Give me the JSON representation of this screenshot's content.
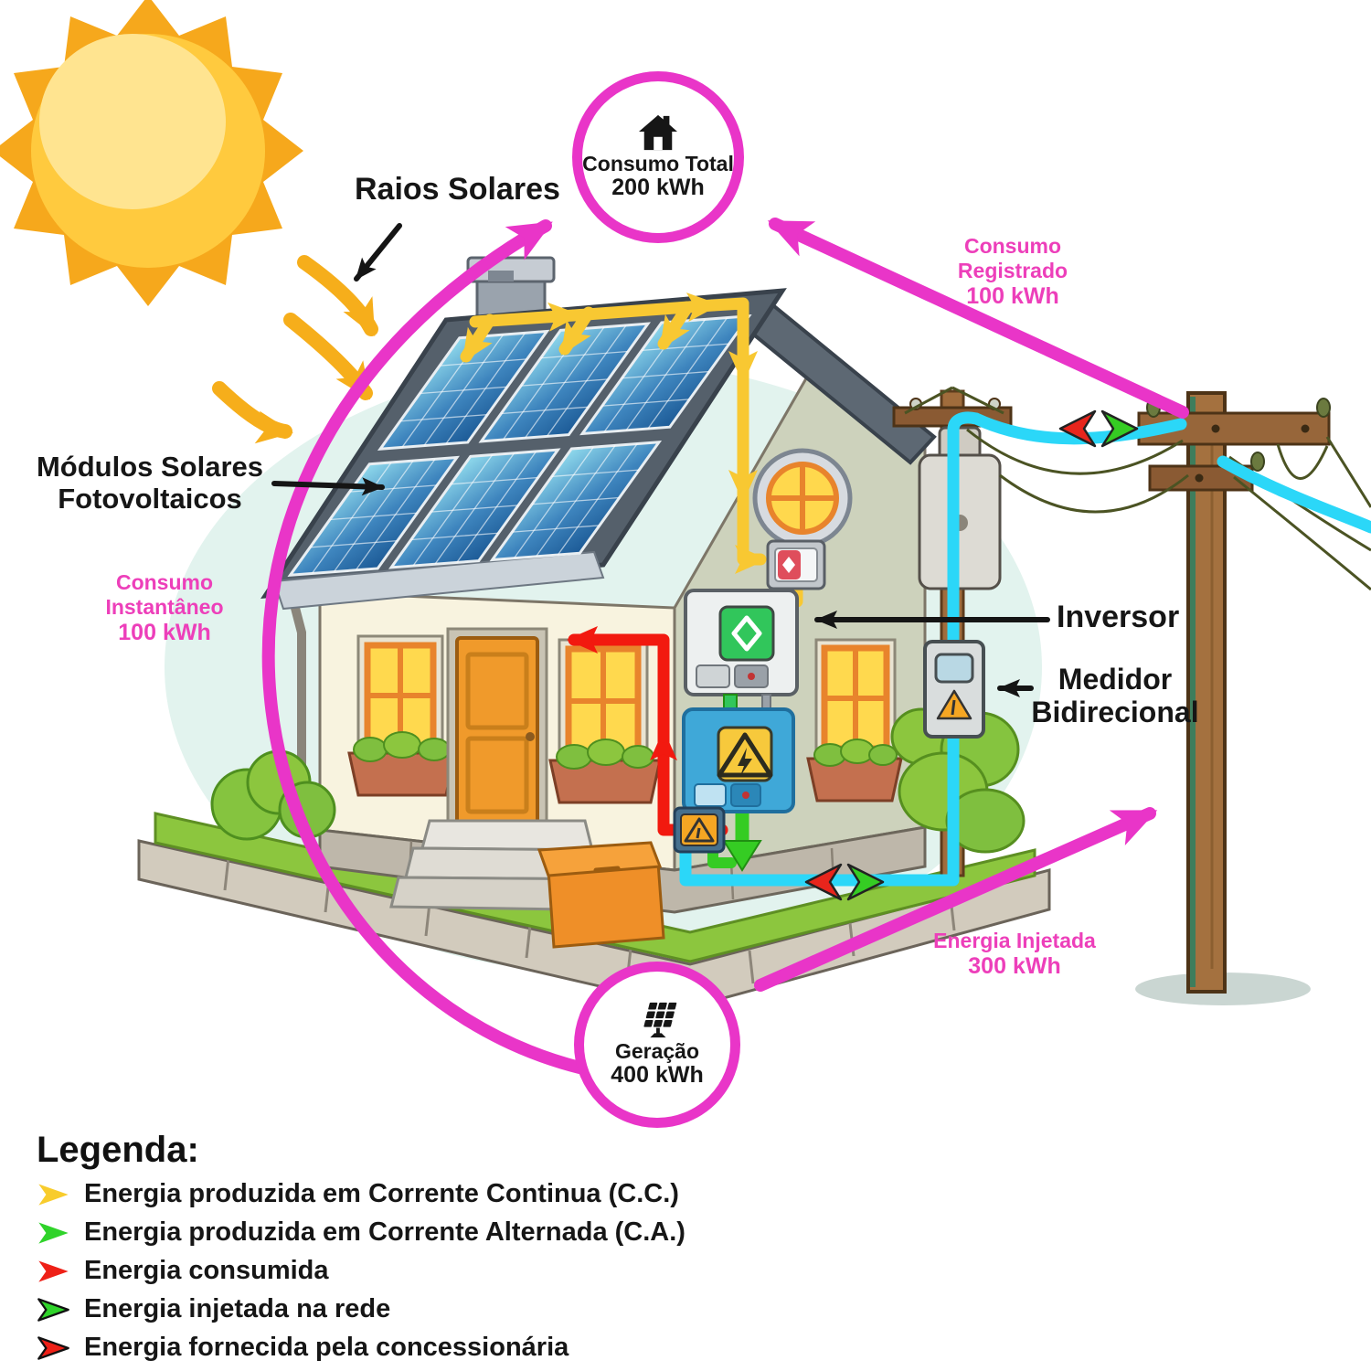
{
  "colors": {
    "accent_pink": "#E935C8",
    "pink_text": "#ED3FBA",
    "flow_dc_yellow": "#F8C832",
    "flow_ac_green": "#35CC23",
    "flow_consumed_red": "#F2190F",
    "flow_grid_cyan": "#2BD7F8",
    "panel_blue": "#2A6FAC",
    "sun_orange": "#F6A81C",
    "grass_green": "#8CC63E"
  },
  "labels": {
    "raios_solares": "Raios Solares",
    "modulos": "Módulos Solares\nFotovoltaicos",
    "inversor": "Inversor",
    "medidor": "Medidor\nBidirecional",
    "consumo_instantaneo_title": "Consumo\nInstantâneo",
    "consumo_instantaneo_value": "100 kWh",
    "consumo_registrado_title": "Consumo\nRegistrado",
    "consumo_registrado_value": "100 kWh",
    "energia_injetada_title": "Energia Injetada",
    "energia_injetada_value": "300 kWh"
  },
  "badges": {
    "consumo_total": {
      "icon": "house-icon",
      "label": "Consumo Total",
      "value": "200 kWh"
    },
    "geracao": {
      "icon": "solar-panel-icon",
      "label": "Geração",
      "value": "400 kWh"
    }
  },
  "legend": {
    "title": "Legenda:",
    "items": [
      {
        "label": "Energia produzida em Corrente Continua (C.C.)",
        "marker_color": "#F8CC2C",
        "style": "solid"
      },
      {
        "label": "Energia produzida em Corrente Alternada (C.A.)",
        "marker_color": "#2FD32A",
        "style": "solid"
      },
      {
        "label": "Energia consumida",
        "marker_color": "#EE2017",
        "style": "solid"
      },
      {
        "label": "Energia injetada na rede",
        "marker_color": "#2FD32A",
        "style": "outlined"
      },
      {
        "label": "Energia fornecida pela concessionária",
        "marker_color": "#EE2017",
        "style": "outlined"
      }
    ]
  }
}
